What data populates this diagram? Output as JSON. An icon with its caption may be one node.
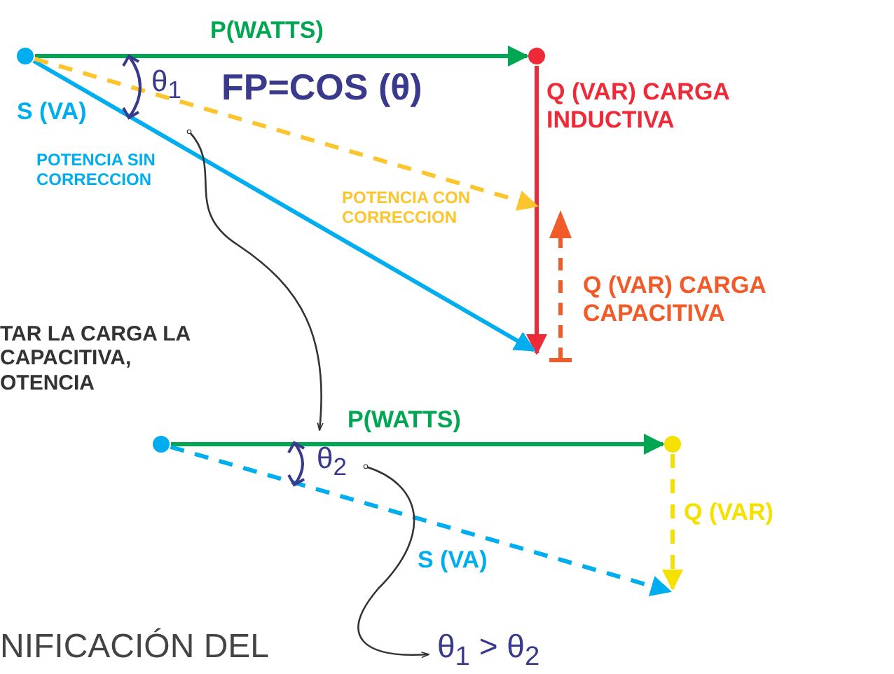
{
  "diagram": {
    "nodes": [
      {
        "text": [],
        "shape": "circle"
      },
      {
        "text": [],
        "shape": "circle"
      },
      {
        "text": [
          "θ$_{1}$"
        ]
      },
      {
        "text": [],
        "shape": "circle"
      },
      {
        "text": [],
        "shape": "circle"
      },
      {
        "text": [
          "θ$_{2}$"
        ]
      },
      {
        "text": [
          "θ$_{1}$ > θ$_{2}$"
        ]
      }
    ],
    "edges": [
      {
        "from": 0,
        "to": 1,
        "arrow": "to",
        "label": "P(WATTS)",
        "color": "#00a651"
      },
      {
        "from": 1,
        "to": null,
        "arrow": "to",
        "label": "Q (VAR) CARGA INDUCTIVA",
        "color": "#ed2a38"
      },
      {
        "from": 0,
        "to": null,
        "arrow": "to",
        "label": "S (VA)",
        "color": "#00aeef"
      },
      {
        "from": 0,
        "to": null,
        "arrow": "to",
        "style": "dashed",
        "label": "POTENCIA CON CORRECCION",
        "color": "#fcc52e"
      },
      {
        "from": 2,
        "to": 5,
        "arrow": "to",
        "color": "#333333"
      },
      {
        "from": 3,
        "to": 4,
        "arrow": "to",
        "label": "P(WATTS)",
        "color": "#00a651"
      },
      {
        "from": 4,
        "to": null,
        "arrow": "to",
        "style": "dashed",
        "label": "Q (VAR)",
        "color": "#f5e000"
      },
      {
        "from": 3,
        "to": null,
        "arrow": "to",
        "style": "dashed",
        "label": "S (VA)",
        "color": "#00aeef"
      },
      {
        "from": 5,
        "to": 6,
        "arrow": "to",
        "color": "#333333"
      }
    ],
    "labels": [
      "FP=COS (θ)",
      "POTENCIA SIN CORRECCION",
      "Q (VAR) CARGA CAPACITIVA",
      "TAR LA CARGA LA CAPACITIVA, OTENCIA",
      "NIFICACIÓN DEL"
    ]
  }
}
